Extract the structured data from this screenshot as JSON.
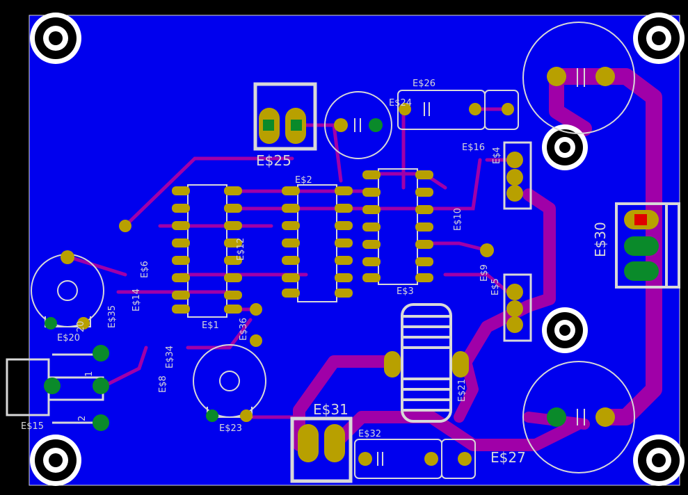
{
  "board": {
    "background": "#0000ff",
    "trace_color": "#a000a8",
    "pad_color": "#b8a000",
    "silk_color": "#d8d8d8"
  },
  "labels": {
    "e25": "E$25",
    "e2": "E$2",
    "e26": "E$26",
    "e24": "E$24",
    "e16": "E$16",
    "e4": "E$4",
    "e10": "E$10",
    "e30": "E$30",
    "e3": "E$3",
    "e1": "E$1",
    "e20": "E$20",
    "e35": "E$35",
    "e14": "E$14",
    "e6": "E$6",
    "e36": "E$36",
    "e8": "E$8",
    "e34": "E$34",
    "e15": "E$15",
    "e23": "E$23",
    "e31": "E$31",
    "e32": "E$32",
    "e21": "E$21",
    "e27": "E$27",
    "e5": "E$5",
    "e9": "E$9",
    "e12": "E$12",
    "pin1": "1",
    "pin2": "2",
    "pin20": "20"
  }
}
